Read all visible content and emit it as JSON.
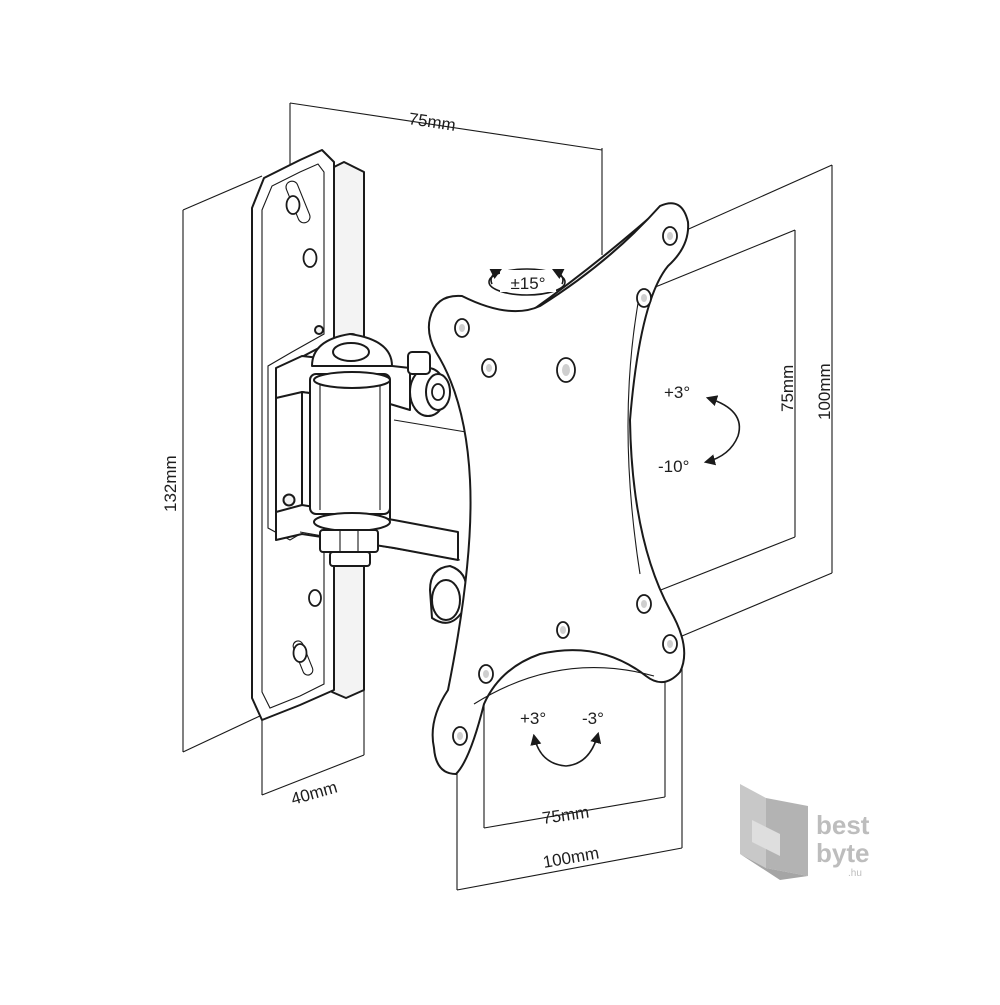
{
  "dimensions": {
    "top_width": "75mm",
    "left_height": "132mm",
    "bottom_depth": "40mm",
    "plate_vertical_inner": "75mm",
    "plate_vertical_outer": "100mm",
    "plate_horizontal_inner": "75mm",
    "plate_horizontal_outer": "100mm"
  },
  "angles": {
    "swivel": "±15°",
    "tilt_up": "+3°",
    "tilt_down": "-10°",
    "rotate_plus": "+3°",
    "rotate_minus": "-3°"
  },
  "logo": {
    "line1": "best",
    "line2": "byte",
    "suffix": ".hu",
    "color": "#bdbdbd"
  }
}
